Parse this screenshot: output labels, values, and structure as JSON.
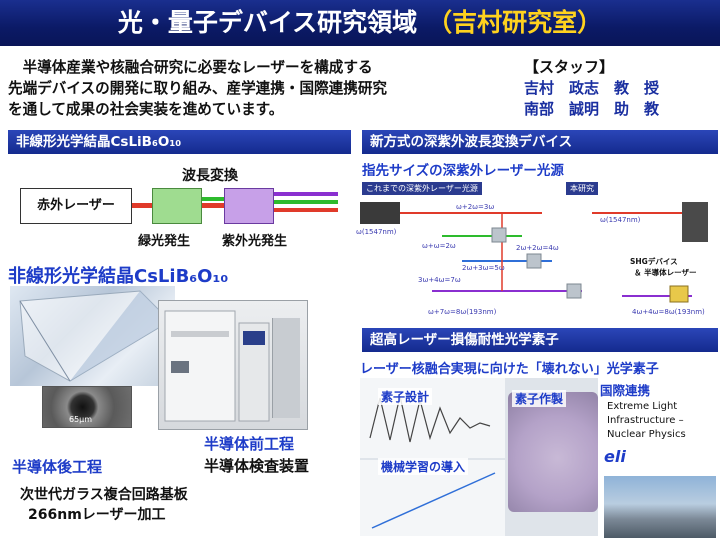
{
  "title": {
    "main": "光・量子デバイス研究領域",
    "lab": "（吉村研究室）"
  },
  "intro": {
    "lines": [
      "　半導体産業や核融合研究に必要なレーザーを構成する",
      "先端デバイスの開発に取り組み、産学連携・国際連携研究",
      "を通して成果の社会実装を進めています。"
    ]
  },
  "staff": {
    "heading": "【スタッフ】",
    "members": [
      "吉村　政志　教　授",
      "南部　誠明　助　教"
    ]
  },
  "left_panel": {
    "banner": "非線形光学結晶CsLiB₆O₁₀",
    "diagram": {
      "wavelength_conversion": "波長変換",
      "ir_laser": "赤外レーザー",
      "green_generation": "緑光発生",
      "uv_generation": "紫外光発生"
    },
    "crystal_title": "非線形光学結晶CsLiB₆O₁₀",
    "sem_scale": "65μm",
    "semiconductor_back_end": "半導体後工程",
    "semiconductor_front_end": "半導体前工程",
    "inspection": "半導体検査装置",
    "glass_lines": [
      "次世代ガラス複合回路基板",
      "266nmレーザー加工"
    ]
  },
  "right_panel": {
    "banner_dcuv": "新方式の深紫外波長変換デバイス",
    "dcuv_subtitle": "指先サイズの深紫外レーザー光源",
    "diagram": {
      "prev_tag": "これまでの深紫外レーザー光源",
      "this_tag": "本研究",
      "shg_label": "SHGデバイス",
      "semi_laser": "＆ 半導体レーザー",
      "eq1": "ω+2ω=3ω",
      "eq2": "ω(1547nm)",
      "eq3": "ω+ω=2ω",
      "eq4": "2ω+2ω=4ω",
      "eq5": "2ω+3ω=5ω",
      "eq6": "3ω+4ω=7ω",
      "eq7": "ω+7ω=8ω(193nm)",
      "eq8": "ω(1547nm)",
      "eq9": "4ω+4ω=8ω(193nm)"
    },
    "banner_optics": "超高レーザー損傷耐性光学素子",
    "optics_subtitle": "レーザー核融合実現に向けた「壊れない」光学素子",
    "element_design": "素子設計",
    "element_fabrication": "素子作製",
    "machine_learning": "機械学習の導入",
    "intl_collab": "国際連携",
    "eli_lines": [
      "Extreme Light",
      "Infrastructure –",
      "Nuclear Physics"
    ],
    "eli_logo": "eli"
  }
}
